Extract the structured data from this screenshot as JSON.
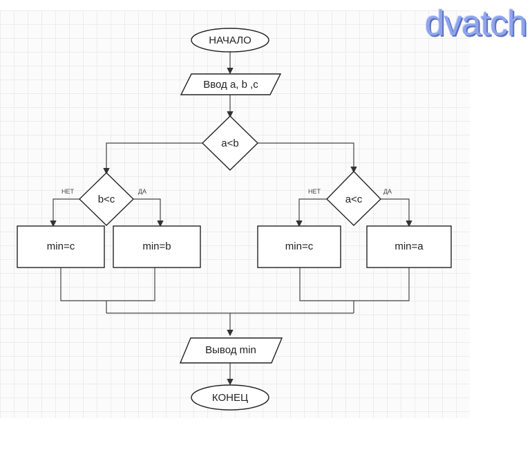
{
  "watermark": "dvatch",
  "flowchart": {
    "start": "НАЧАЛО",
    "input": "Ввод a, b ,c",
    "decision_main": "a<b",
    "decision_left": "b<c",
    "decision_right": "a<c",
    "no_label": "НЕТ",
    "yes_label": "ДА",
    "box_left_no": "min=c",
    "box_left_yes": "min=b",
    "box_right_no": "min=c",
    "box_right_yes": "min=a",
    "output": "Вывод min",
    "end": "КОНЕЦ"
  }
}
